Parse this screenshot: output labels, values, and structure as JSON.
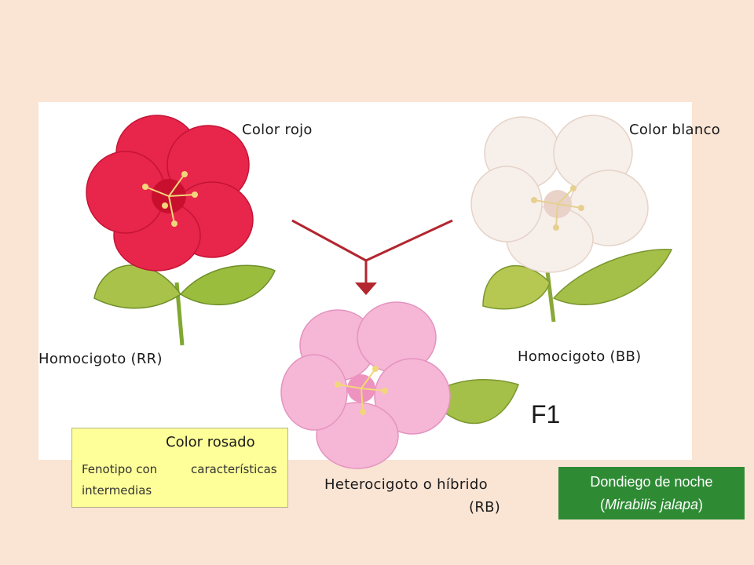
{
  "labels": {
    "red_color": "Color rojo",
    "white_color": "Color blanco",
    "homozygous_rr": "Homocigoto (RR)",
    "homozygous_bb": "Homocigoto (BB)",
    "f1": "F1",
    "heterozygous_line1": "Heterocigoto o híbrido",
    "heterozygous_line2": "(RB)"
  },
  "pink_box": {
    "title": "Color rosado",
    "line1_a": "Fenotipo con",
    "line1_b": "características",
    "line2": "intermedias"
  },
  "species_box": {
    "line1": "Dondiego de noche",
    "line2_open": "(",
    "line2_italic": "Mirabilis jalapa",
    "line2_close": ")"
  },
  "colors": {
    "background": "#fae4d4",
    "red_flower": "#e8254a",
    "white_flower": "#f5ece6",
    "pink_flower": "#f5b5d5",
    "arrow": "#b3262f",
    "leaf": "#8cae3a",
    "pink_box": "#ffff99",
    "species_box": "#2e8b34"
  },
  "icons": [
    "red-flower-icon",
    "white-flower-icon",
    "pink-flower-icon",
    "cross-arrow-icon"
  ]
}
